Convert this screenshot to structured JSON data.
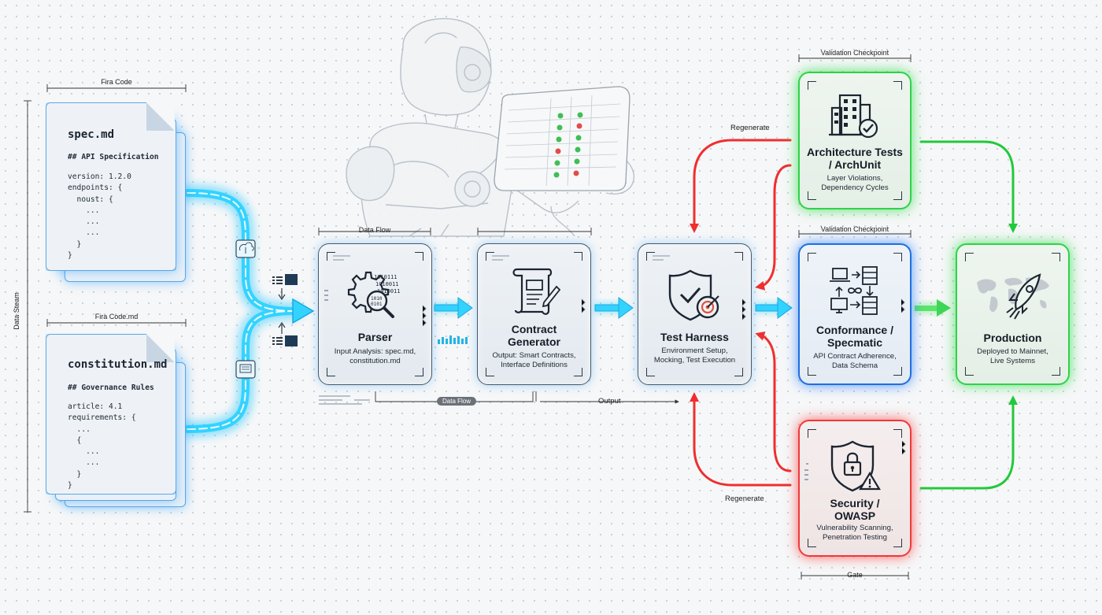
{
  "diagram": {
    "side_label": "Data Steam",
    "inputs": [
      {
        "dimension_label": "Fira Code",
        "file_name": "spec.md",
        "heading": "## API Specification",
        "code": "version: 1.2.0\nendpoints: {\n  noust: {\n    ...\n    ...\n    ...\n  }\n}"
      },
      {
        "dimension_label": "Fira Code.md",
        "file_name": "constitution.md",
        "heading": "## Governance Rules",
        "code": "article: 4.1\nrequirements: {\n  ...\n  {\n    ...\n    ...\n  }\n}"
      }
    ],
    "parser": {
      "dimension_label": "Data Flow",
      "title": "Parser",
      "description": "Input Analysis: spec.md,\nconstitution.md",
      "icon": "gear-search-icon"
    },
    "contract_generator": {
      "title": "Contract\nGenerator",
      "description": "Output: Smart Contracts,\nInterface Definitions",
      "icon": "scroll-pen-icon"
    },
    "test_harness": {
      "title": "Test Harness",
      "description": "Environment Setup,\nMocking, Test Execution",
      "icon": "shield-target-icon"
    },
    "architecture_tests": {
      "checkpoint_label": "Validation Checkpoint",
      "title": "Architecture Tests\n/ ArchUnit",
      "description": "Layer Violations,\nDependency Cycles",
      "icon": "building-check-icon"
    },
    "conformance": {
      "checkpoint_label": "Validation Checkpoint",
      "title": "Conformance /\nSpecmatic",
      "description": "API Contract Adherence,\nData Schema",
      "icon": "network-servers-icon"
    },
    "security": {
      "gate_label": "Gate",
      "title": "Security /\nOWASP",
      "description": "Vulnerability Scanning,\nPenetration Testing",
      "icon": "shield-lock-warning-icon"
    },
    "production": {
      "title": "Production",
      "description": "Deployed to Mainnet,\nLive Systems",
      "icon": "rocket-world-icon"
    },
    "flow_labels": {
      "regenerate_top": "Regenerate",
      "regenerate_bottom": "Regenerate",
      "data_flow_pill": "Data Flow",
      "output": "Output"
    },
    "colors": {
      "input_flow": "#21c8ff",
      "pass": "#22c93a",
      "fail": "#f02e2e",
      "conformance_border": "#1f6fe0",
      "neutral_border": "#4a5866"
    }
  }
}
